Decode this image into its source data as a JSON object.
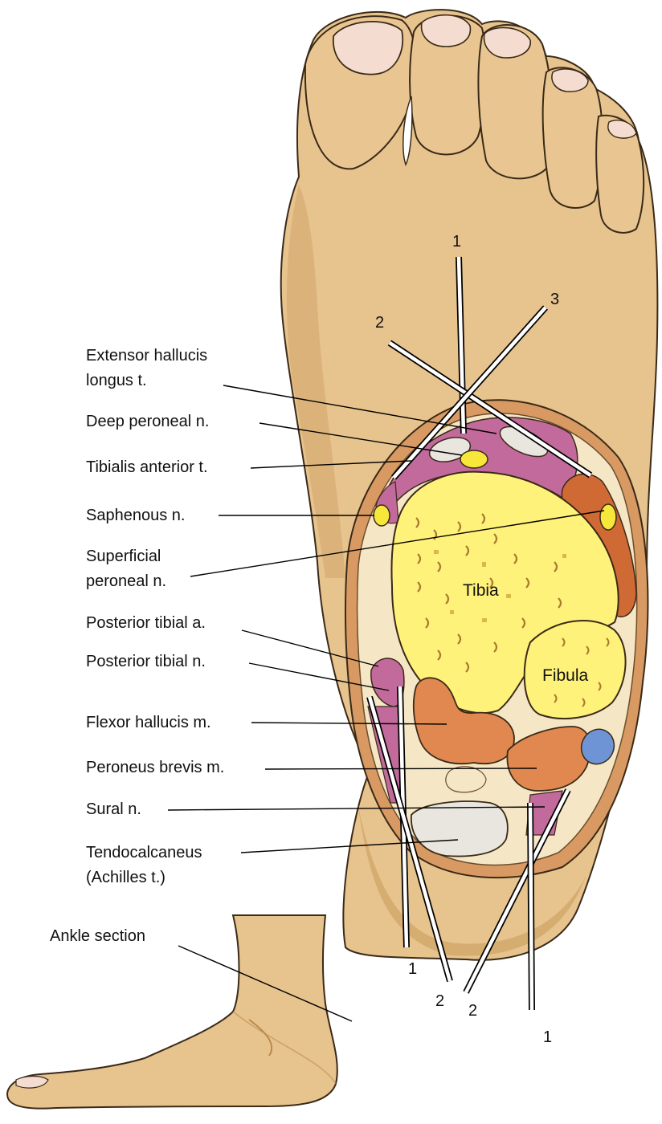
{
  "colors": {
    "skin": "#e7c38e",
    "skin_dark": "#c99a5a",
    "skin_shadow": "#b98a4c",
    "fat": "#f5e6c6",
    "muscle_pink": "#c26a9c",
    "muscle_orange": "#e0884f",
    "muscle_red": "#cf6a35",
    "bone": "#fff27a",
    "nerve": "#f6e73a",
    "tendon": "#e9e6df",
    "vein": "#6f94d6",
    "nail": "#f4ddd0"
  },
  "labels": {
    "extensor_line1": "Extensor hallucis",
    "extensor_line2": "longus t.",
    "deep_peroneal": "Deep peroneal n.",
    "tibialis_anterior": "Tibialis anterior t.",
    "saphenous": "Saphenous n.",
    "superficial_line1": "Superficial",
    "superficial_line2": "peroneal n.",
    "post_tibial_a": "Posterior tibial a.",
    "post_tibial_n": "Posterior tibial n.",
    "flexor_hallucis": "Flexor hallucis m.",
    "peroneus_brevis": "Peroneus brevis m.",
    "sural": "Sural n.",
    "tendo_line1": "Tendocalcaneus",
    "tendo_line2": "(Achilles t.)",
    "ankle_section": "Ankle section",
    "tibia": "Tibia",
    "fibula": "Fibula"
  },
  "needle_numbers": {
    "top_1": "1",
    "top_2": "2",
    "top_3": "3",
    "bottom_1_left": "1",
    "bottom_2_left": "2",
    "bottom_2_right": "2",
    "bottom_1_right": "1"
  },
  "icons": {
    "foot": "plantar-foot-illustration",
    "ankle": "side-ankle-illustration"
  }
}
